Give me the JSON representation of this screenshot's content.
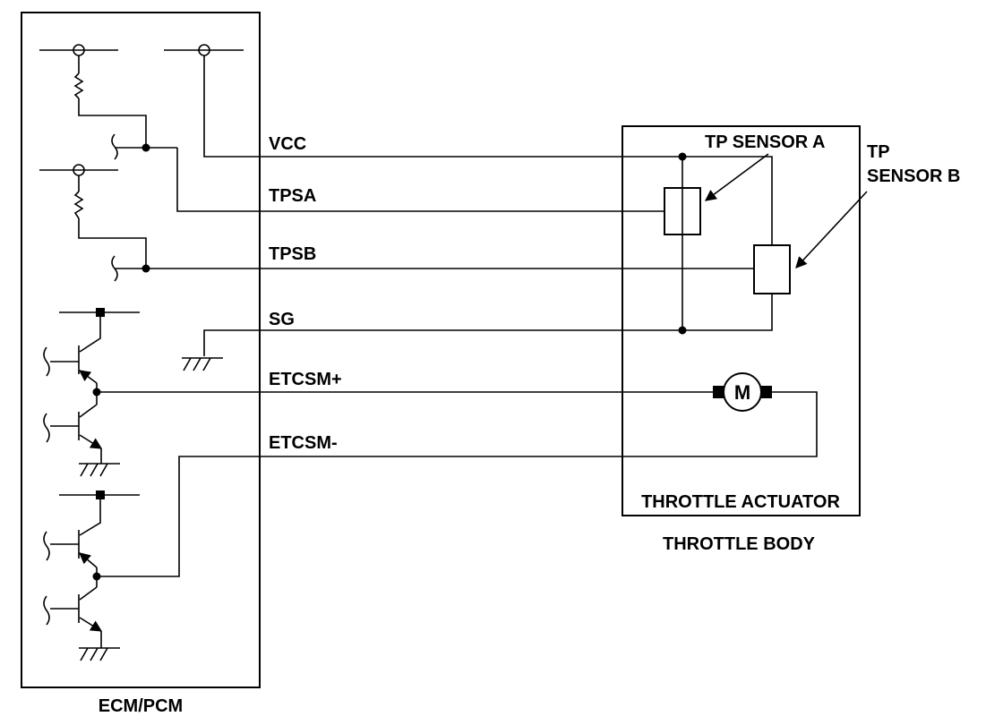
{
  "diagram": {
    "ecm_label": "ECM/PCM",
    "actuator_label": "THROTTLE ACTUATOR",
    "body_label": "THROTTLE BODY",
    "sensor_a_label": "TP SENSOR A",
    "sensor_b_line1": "TP",
    "sensor_b_line2": "SENSOR B",
    "motor_symbol": "M",
    "wires": {
      "vcc": "VCC",
      "tpsa": "TPSA",
      "tpsb": "TPSB",
      "sg": "SG",
      "etcsm_plus": "ETCSM+",
      "etcsm_minus": "ETCSM-"
    },
    "icons": [
      "resistor-icon",
      "transistor-icon",
      "ground-icon",
      "motor-icon",
      "terminal-icon"
    ]
  }
}
